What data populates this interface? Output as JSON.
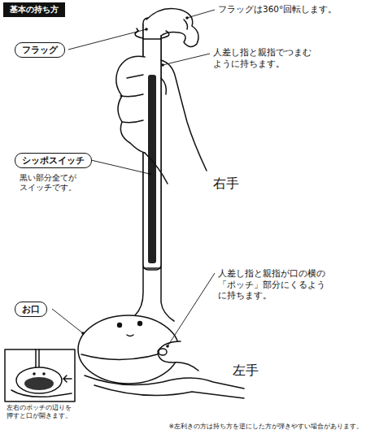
{
  "diagram": {
    "title": "基本の持ち方",
    "nodes": [
      {
        "text": [
          "フラッグ"
        ]
      },
      {
        "text": [
          "シッポスイッチ"
        ]
      },
      {
        "text": [
          "お口"
        ]
      }
    ],
    "labels": [
      "フラッグは360°回転します。",
      "人差し指と親指でつまむように持ちます。",
      "黒い部分全てがスイッチです。",
      "右手",
      "人差し指と親指が口の横の「ポッチ」部分にくるように持ちます。",
      "左手",
      "左右のポッチの辺りを押すと口が開きます。",
      "※左利きの方は持ち方を逆にした方が弾きやすい場合があります。"
    ]
  }
}
